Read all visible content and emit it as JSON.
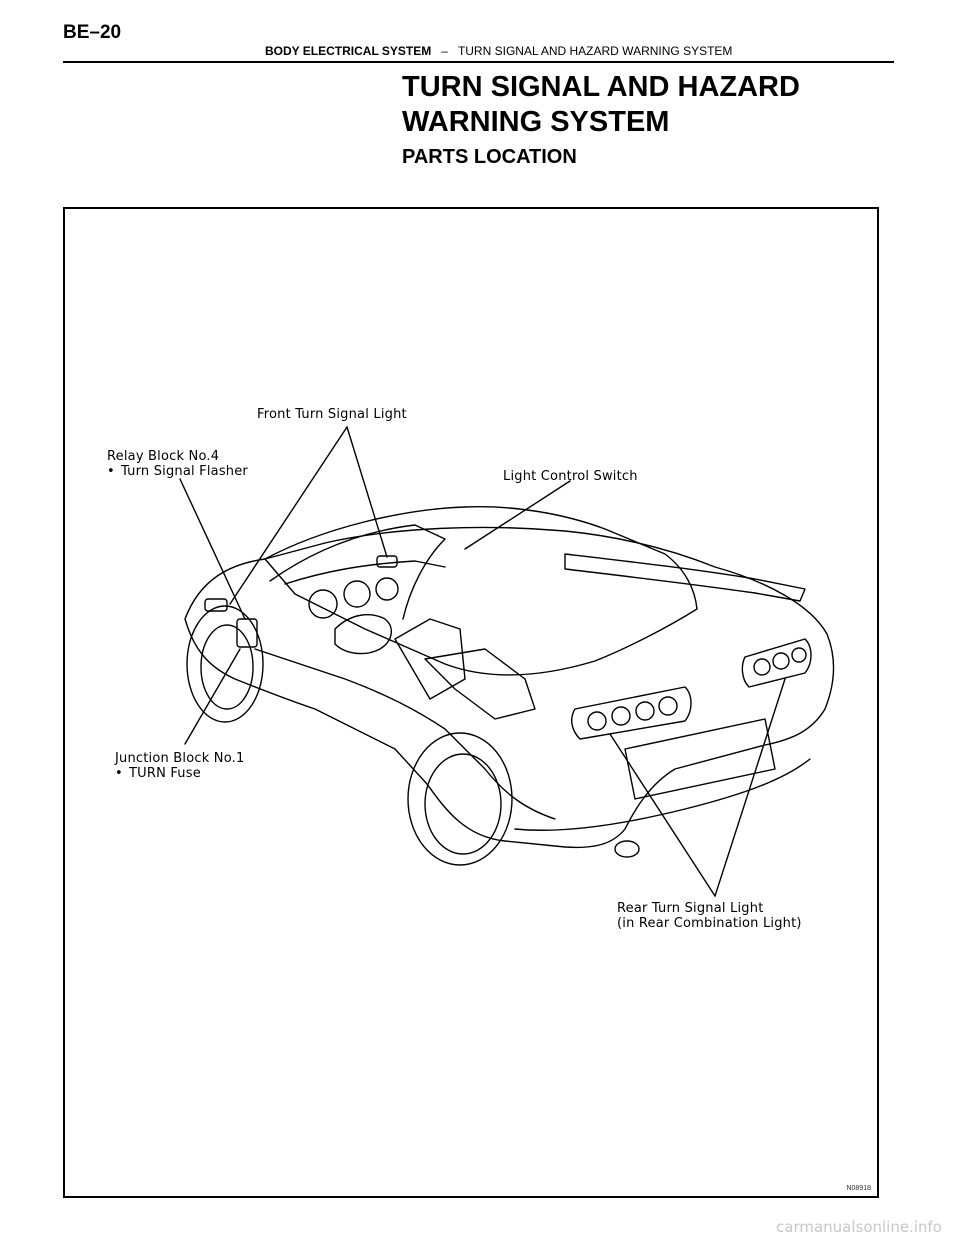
{
  "header": {
    "page_number": "BE–20",
    "section": "BODY ELECTRICAL SYSTEM",
    "separator": "–",
    "subsection": "TURN SIGNAL AND HAZARD WARNING SYSTEM"
  },
  "title": "TURN SIGNAL AND HAZARD WARNING SYSTEM",
  "subtitle": "PARTS LOCATION",
  "figure": {
    "callouts": {
      "front_turn_signal_light": "Front Turn Signal Light",
      "relay_block": "Relay Block No.4",
      "relay_block_item": "Turn Signal Flasher",
      "light_control_switch": "Light Control Switch",
      "junction_block": "Junction Block No.1",
      "junction_block_item": "TURN Fuse",
      "rear_turn_signal_light": "Rear Turn Signal Light",
      "rear_turn_signal_light_note": "(in Rear Combination Light)"
    },
    "bullet": "•",
    "figure_code": "N08918"
  },
  "watermark": "carmanualsonline.info"
}
